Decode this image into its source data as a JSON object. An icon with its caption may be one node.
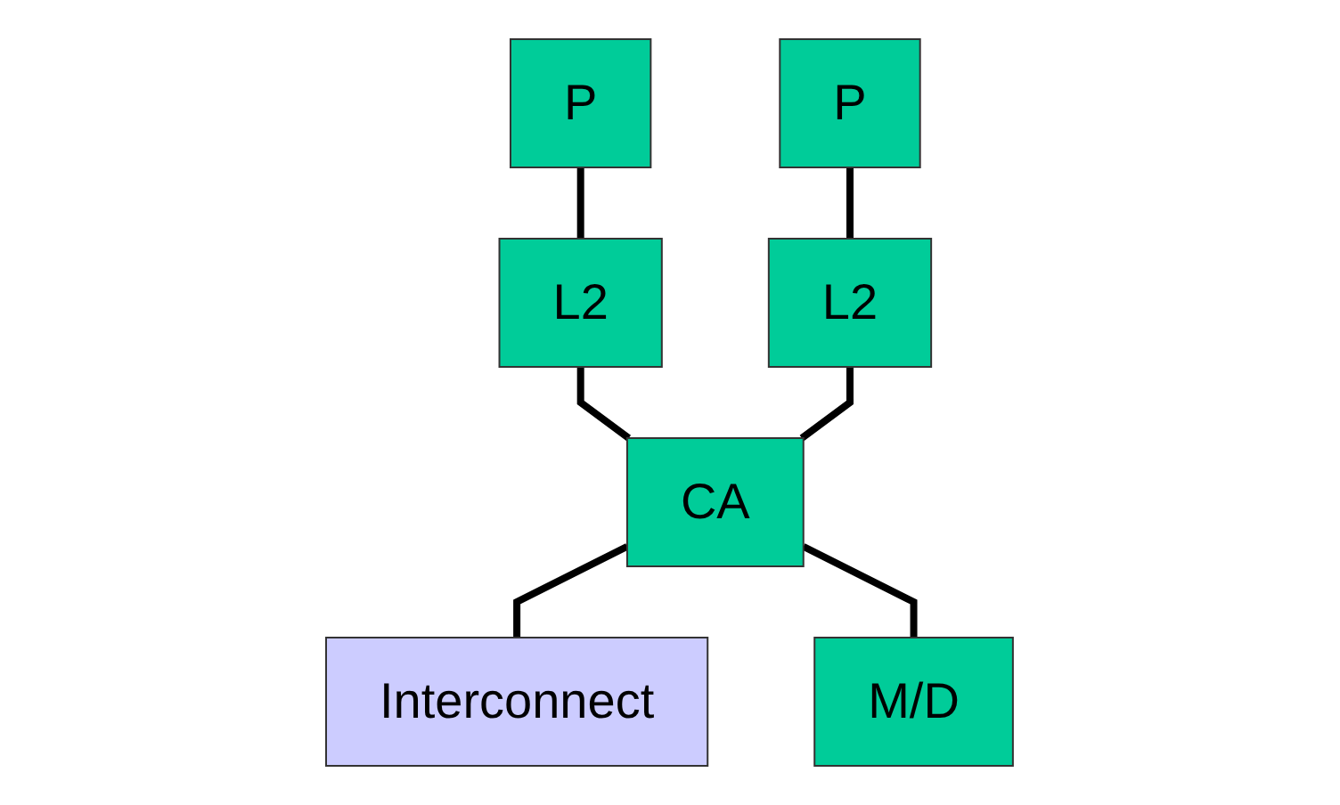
{
  "diagram": {
    "nodes": [
      {
        "text": [
          "P"
        ]
      },
      {
        "text": [
          "P"
        ]
      },
      {
        "text": [
          "L2"
        ]
      },
      {
        "text": [
          "L2"
        ]
      },
      {
        "text": [
          "CA"
        ]
      },
      {
        "text": [
          "Interconnect"
        ]
      },
      {
        "text": [
          "M/D"
        ]
      }
    ],
    "edges": [
      {
        "from": 0,
        "to": 2,
        "arrow": "none"
      },
      {
        "from": 1,
        "to": 3,
        "arrow": "none"
      },
      {
        "from": 2,
        "to": 4,
        "arrow": "none"
      },
      {
        "from": 3,
        "to": 4,
        "arrow": "none"
      },
      {
        "from": 4,
        "to": 5,
        "arrow": "none"
      },
      {
        "from": 4,
        "to": 6,
        "arrow": "none"
      }
    ]
  }
}
